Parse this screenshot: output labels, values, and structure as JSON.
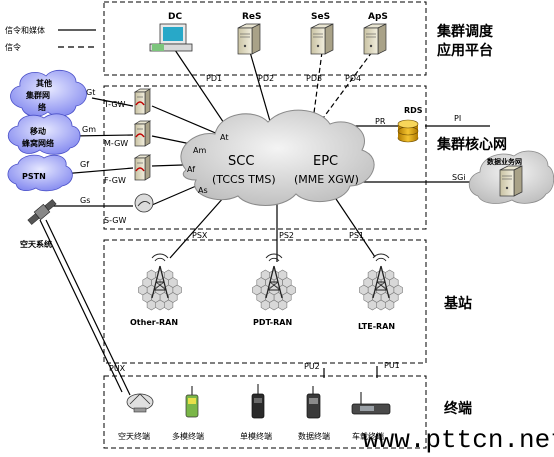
{
  "legend": {
    "signal_media": "信令和媒体",
    "signal": "信令"
  },
  "regions": {
    "dispatch": "集群调度\n应用平台",
    "core": "集群核心网",
    "base": "基站",
    "terminal": "终端"
  },
  "apps": {
    "dc": "DC",
    "res": "ReS",
    "ses": "SeS",
    "aps": "ApS"
  },
  "app_ifaces": {
    "pd1": "PD1",
    "pd2": "PD2",
    "pd3": "PD3",
    "pd4": "PD4"
  },
  "core": {
    "scc": "SCC",
    "scc_sub": "(TCCS TMS)",
    "epc": "EPC",
    "epc_sub": "(MME XGW)",
    "rds": "RDS",
    "pr": "PR",
    "pi": "PI",
    "sgi": "SGi",
    "data_net": "数据业务网"
  },
  "gateways": {
    "tgw": "T-GW",
    "mgw": "M-GW",
    "fgw": "F-GW",
    "sgw": "S-GW",
    "at": "At",
    "am": "Am",
    "af": "Af",
    "as": "As",
    "gt": "Gt",
    "gm": "Gm",
    "gf": "Gf",
    "gs": "Gs"
  },
  "external": {
    "other": "其他\n集群网\n络",
    "mobile": "移动\n蜂窝网络",
    "pstn": "PSTN",
    "space": "空天系统"
  },
  "base_ifaces": {
    "psx": "PSX",
    "ps2": "PS2",
    "ps1": "PS1"
  },
  "bases": {
    "other_ran": "Other-RAN",
    "pdt_ran": "PDT-RAN",
    "lte_ran": "LTE-RAN"
  },
  "term_ifaces": {
    "pux": "PUX",
    "pu2": "PU2",
    "pu1": "PU1"
  },
  "terminals": {
    "space_term": "空天终端",
    "multi_term": "多模终端",
    "single_term": "单模终端",
    "data_term": "数据终端",
    "car_term": "车载终端"
  },
  "watermark": "www.pttcn.net"
}
